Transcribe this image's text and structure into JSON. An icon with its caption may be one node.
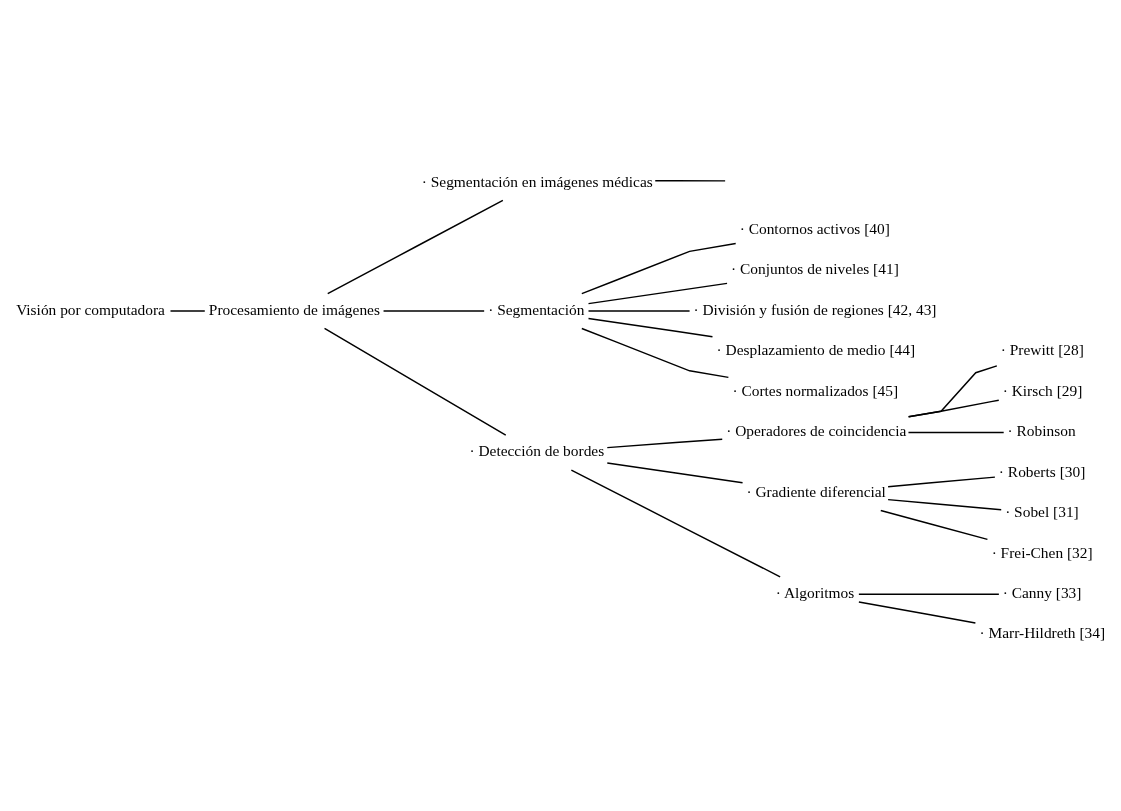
{
  "diagram": {
    "nodes": [
      {
        "text": [
          "Visión por computadora"
        ]
      },
      {
        "text": [
          "Procesamiento de imágenes"
        ]
      },
      {
        "text": [
          "· Segmentación en imágenes médicas"
        ]
      },
      {
        "text": [
          "· Segmentación"
        ]
      },
      {
        "text": [
          "· Contornos activos [40]"
        ]
      },
      {
        "text": [
          "· Conjuntos de niveles [41]"
        ]
      },
      {
        "text": [
          "· División y fusión de regiones [42, 43]"
        ]
      },
      {
        "text": [
          "· Desplazamiento de medio [44]"
        ]
      },
      {
        "text": [
          "· Cortes normalizados [45]"
        ]
      },
      {
        "text": [
          "· Detección de bordes"
        ]
      },
      {
        "text": [
          "· Operadores de coincidencia"
        ]
      },
      {
        "text": [
          "· Prewitt [28]"
        ]
      },
      {
        "text": [
          "· Kirsch [29]"
        ]
      },
      {
        "text": [
          "· Robinson"
        ]
      },
      {
        "text": [
          "· Gradiente diferencial"
        ]
      },
      {
        "text": [
          "· Roberts [30]"
        ]
      },
      {
        "text": [
          "· Sobel [31]"
        ]
      },
      {
        "text": [
          "· Frei-Chen [32]"
        ]
      },
      {
        "text": [
          "· Algoritmos"
        ]
      },
      {
        "text": [
          "· Canny [33]"
        ]
      },
      {
        "text": [
          "· Marr-Hildreth [34]"
        ]
      }
    ],
    "edges": [
      {
        "from": 0,
        "to": 1,
        "arrow": "none"
      },
      {
        "from": 1,
        "to": 2,
        "arrow": "none"
      },
      {
        "from": 1,
        "to": 3,
        "arrow": "none"
      },
      {
        "from": 1,
        "to": 9,
        "arrow": "none"
      },
      {
        "from": 2,
        "to": null,
        "arrow": "none"
      },
      {
        "from": 3,
        "to": 4,
        "arrow": "none"
      },
      {
        "from": 3,
        "to": 5,
        "arrow": "none"
      },
      {
        "from": 3,
        "to": 6,
        "arrow": "none"
      },
      {
        "from": 3,
        "to": 7,
        "arrow": "none"
      },
      {
        "from": 3,
        "to": 8,
        "arrow": "none"
      },
      {
        "from": 9,
        "to": 10,
        "arrow": "none"
      },
      {
        "from": 9,
        "to": 14,
        "arrow": "none"
      },
      {
        "from": 9,
        "to": 18,
        "arrow": "none"
      },
      {
        "from": 10,
        "to": 11,
        "arrow": "none"
      },
      {
        "from": 10,
        "to": 12,
        "arrow": "none"
      },
      {
        "from": 10,
        "to": 13,
        "arrow": "none"
      },
      {
        "from": 14,
        "to": 15,
        "arrow": "none"
      },
      {
        "from": 14,
        "to": 16,
        "arrow": "none"
      },
      {
        "from": 14,
        "to": 17,
        "arrow": "none"
      },
      {
        "from": 18,
        "to": 19,
        "arrow": "none"
      },
      {
        "from": 18,
        "to": 20,
        "arrow": "none"
      }
    ]
  }
}
